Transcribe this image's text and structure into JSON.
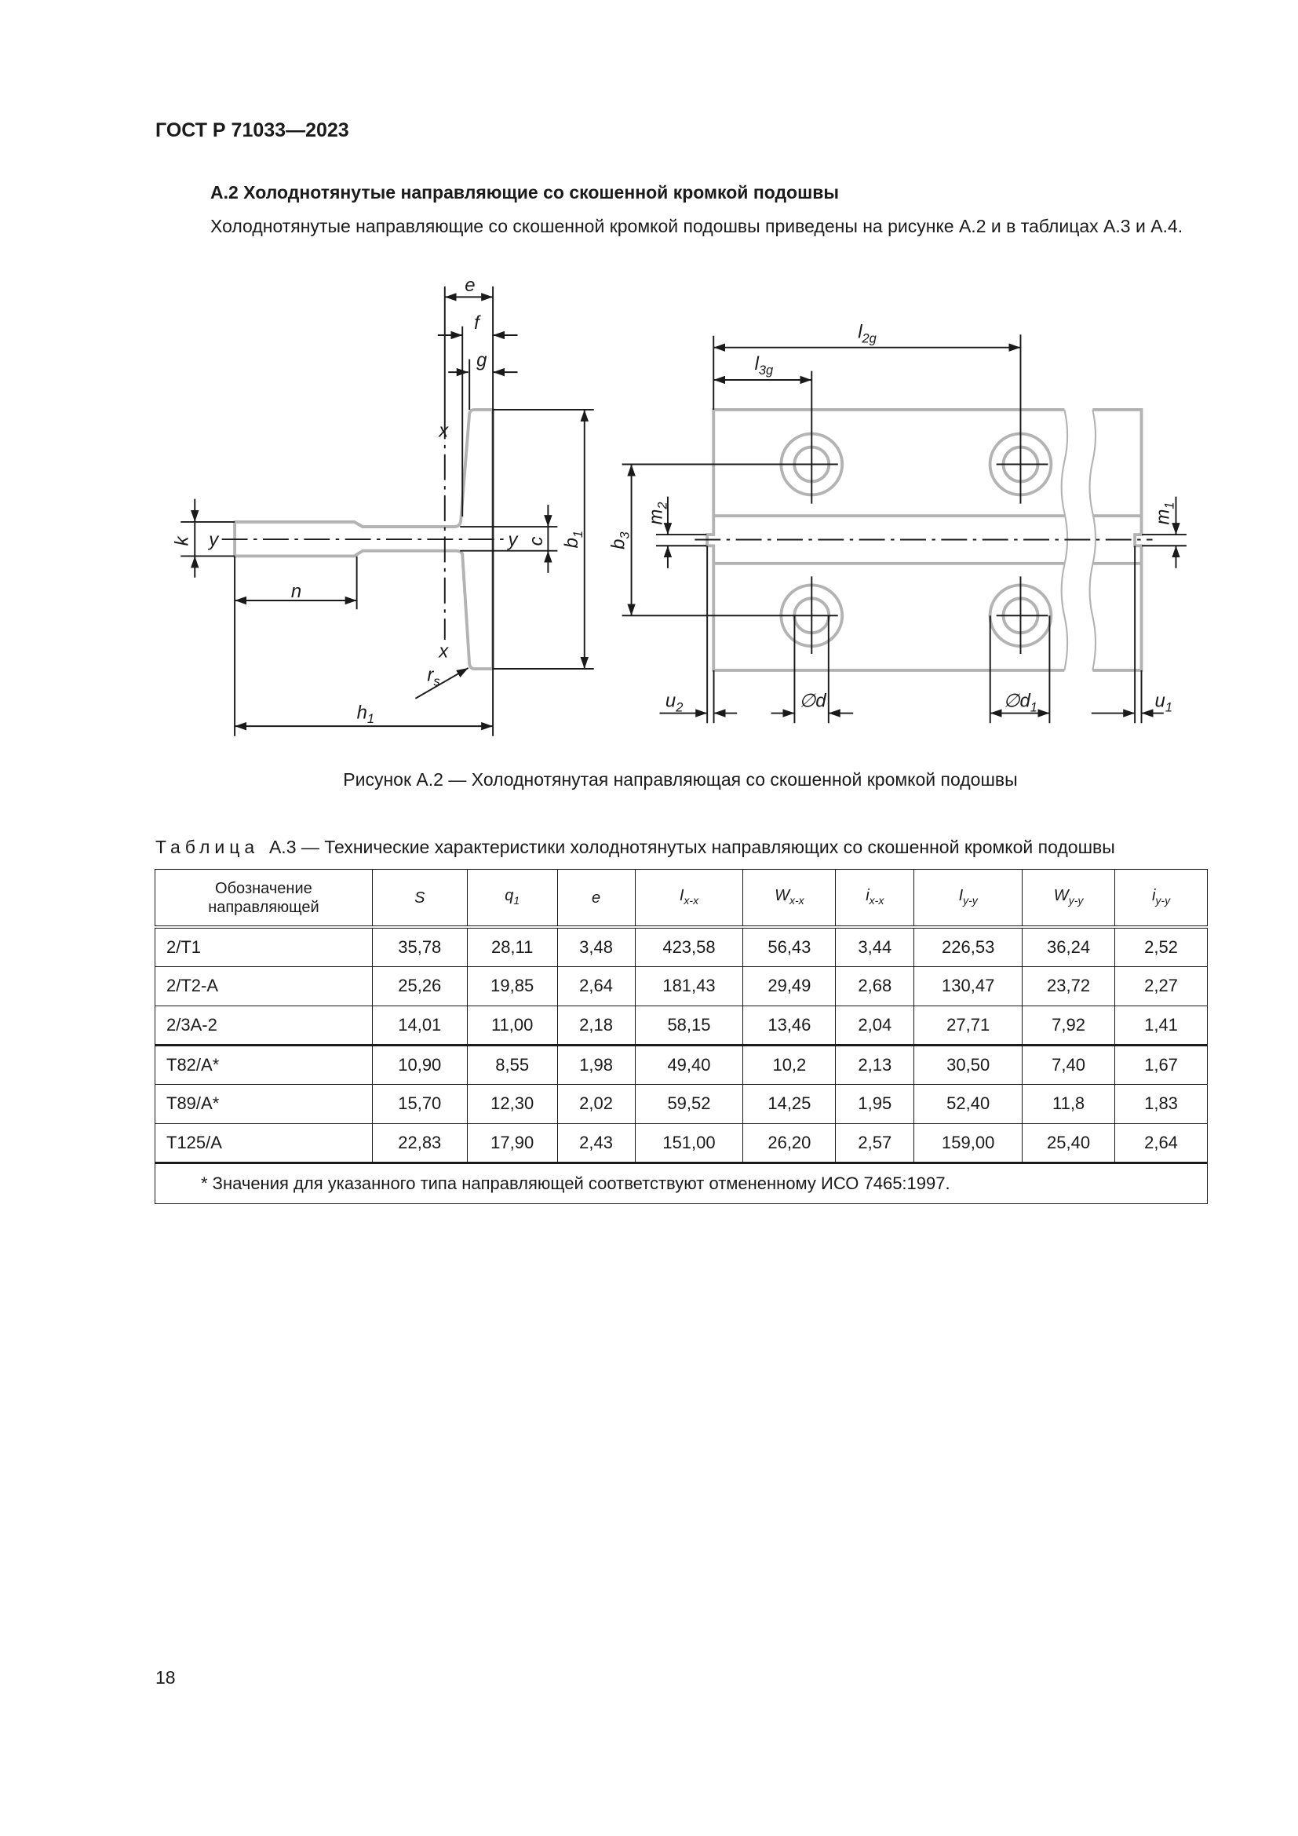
{
  "header": {
    "doc_code": "ГОСТ Р 71033—2023"
  },
  "section": {
    "heading": "А.2 Холоднотянутые направляющие со скошенной кромкой подошвы",
    "paragraph": "Холоднотянутые направляющие со скошенной кромкой подошвы приведены на рисунке А.2 и в таблицах А.3 и А.4."
  },
  "figure": {
    "caption": "Рисунок А.2 — Холоднотянутая направляющая со скошенной кромкой подошвы",
    "labels": {
      "e": "e",
      "f": "f",
      "g": "g",
      "x": "x",
      "y": "y",
      "k": "k",
      "c": "c",
      "n": "n",
      "b": "b",
      "one": "1",
      "three": "3",
      "h": "h",
      "r": "r",
      "s": "s",
      "l": "l",
      "two_g": "2g",
      "three_g": "3g",
      "m": "m",
      "two": "2",
      "u": "u",
      "d_diam": "∅d",
      "d1_diam": "∅d"
    },
    "colors": {
      "part_outline": "#b3b3b3",
      "dimension": "#1a1a1a"
    }
  },
  "table": {
    "title_prefix": "Таблица",
    "title": "А.3 — Технические характеристики холоднотянутых направляющих со скошенной кромкой подошвы",
    "headers": [
      {
        "main": "Обозначение направляющей",
        "sub": ""
      },
      {
        "main": "S",
        "sub": ""
      },
      {
        "main": "q",
        "sub": "1"
      },
      {
        "main": "e",
        "sub": ""
      },
      {
        "main": "I",
        "sub": "x-x"
      },
      {
        "main": "W",
        "sub": "x-x"
      },
      {
        "main": "i",
        "sub": "x-x"
      },
      {
        "main": "I",
        "sub": "y-y"
      },
      {
        "main": "W",
        "sub": "y-y"
      },
      {
        "main": "i",
        "sub": "y-y"
      }
    ],
    "rows": [
      [
        "2/T1",
        "35,78",
        "28,11",
        "3,48",
        "423,58",
        "56,43",
        "3,44",
        "226,53",
        "36,24",
        "2,52"
      ],
      [
        "2/T2-A",
        "25,26",
        "19,85",
        "2,64",
        "181,43",
        "29,49",
        "2,68",
        "130,47",
        "23,72",
        "2,27"
      ],
      [
        "2/3A-2",
        "14,01",
        "11,00",
        "2,18",
        "58,15",
        "13,46",
        "2,04",
        "27,71",
        "7,92",
        "1,41"
      ],
      [
        "T82/A*",
        "10,90",
        "8,55",
        "1,98",
        "49,40",
        "10,2",
        "2,13",
        "30,50",
        "7,40",
        "1,67"
      ],
      [
        "T89/A*",
        "15,70",
        "12,30",
        "2,02",
        "59,52",
        "14,25",
        "1,95",
        "52,40",
        "11,8",
        "1,83"
      ],
      [
        "T125/A",
        "22,83",
        "17,90",
        "2,43",
        "151,00",
        "26,20",
        "2,57",
        "159,00",
        "25,40",
        "2,64"
      ]
    ],
    "footnote": "* Значения для указанного типа направляющей соответствуют отмененному ИСО 7465:1997."
  },
  "footer": {
    "page_number": "18"
  }
}
